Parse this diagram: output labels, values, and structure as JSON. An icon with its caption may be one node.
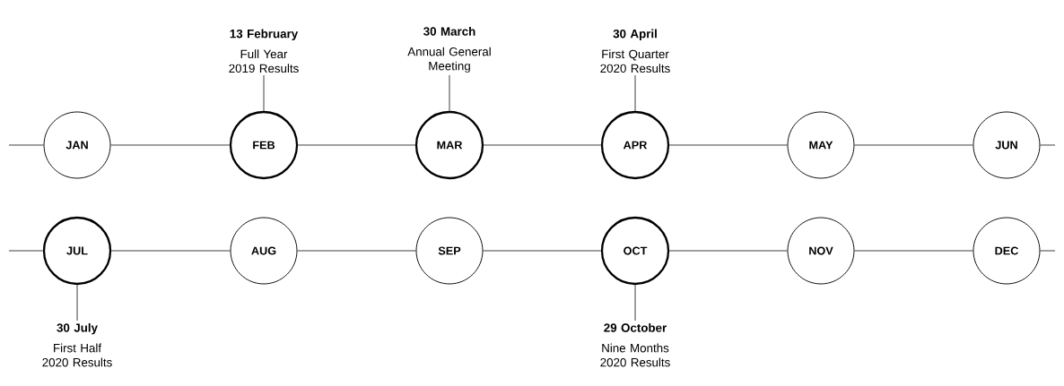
{
  "diagram": {
    "nodes": [
      {
        "text": [
          "JAN"
        ]
      },
      {
        "text": [
          "FEB"
        ]
      },
      {
        "text": [
          "MAR"
        ]
      },
      {
        "text": [
          "APR"
        ]
      },
      {
        "text": [
          "MAY"
        ]
      },
      {
        "text": [
          "JUN"
        ]
      },
      {
        "text": [
          "JUL"
        ]
      },
      {
        "text": [
          "AUG"
        ]
      },
      {
        "text": [
          "SEP"
        ]
      },
      {
        "text": [
          "OCT"
        ]
      },
      {
        "text": [
          "NOV"
        ]
      },
      {
        "text": [
          "DEC"
        ]
      },
      {
        "text": [
          "13 February",
          "Full Year 2019 Results"
        ]
      },
      {
        "text": [
          "30 March",
          "Annual General Meeting"
        ]
      },
      {
        "text": [
          "30 April",
          "First Quarter 2020 Results"
        ]
      },
      {
        "text": [
          "30 July",
          "First Half 2020 Results"
        ]
      },
      {
        "text": [
          "29 October",
          "Nine Months 2020 Results"
        ]
      }
    ],
    "edges": [
      {
        "from": null,
        "to": 0,
        "arrow": "none"
      },
      {
        "from": 0,
        "to": 1,
        "arrow": "none"
      },
      {
        "from": 1,
        "to": 2,
        "arrow": "none"
      },
      {
        "from": 2,
        "to": 3,
        "arrow": "none"
      },
      {
        "from": 3,
        "to": 4,
        "arrow": "none"
      },
      {
        "from": 4,
        "to": 5,
        "arrow": "none"
      },
      {
        "from": 5,
        "to": null,
        "arrow": "none"
      },
      {
        "from": null,
        "to": 6,
        "arrow": "none"
      },
      {
        "from": 6,
        "to": 7,
        "arrow": "none"
      },
      {
        "from": 7,
        "to": 8,
        "arrow": "none"
      },
      {
        "from": 8,
        "to": 9,
        "arrow": "none"
      },
      {
        "from": 9,
        "to": 10,
        "arrow": "none"
      },
      {
        "from": 10,
        "to": 11,
        "arrow": "none"
      },
      {
        "from": 11,
        "to": null,
        "arrow": "none"
      },
      {
        "from": 12,
        "to": 1,
        "arrow": "none"
      },
      {
        "from": 13,
        "to": 2,
        "arrow": "none"
      },
      {
        "from": 14,
        "to": 3,
        "arrow": "none"
      },
      {
        "from": 15,
        "to": 6,
        "arrow": "none"
      },
      {
        "from": 16,
        "to": 9,
        "arrow": "none"
      }
    ]
  }
}
